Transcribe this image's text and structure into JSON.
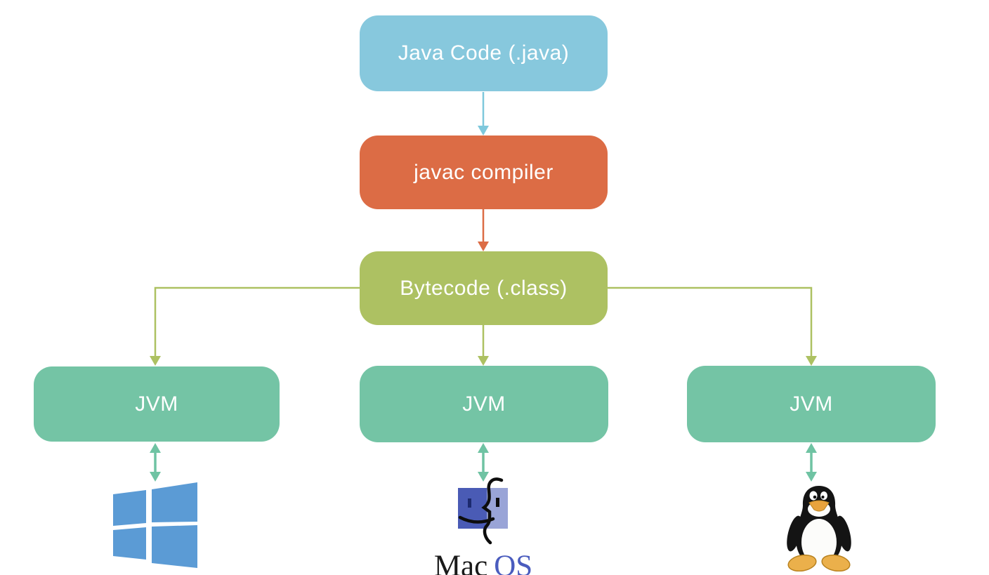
{
  "diagram": {
    "nodes": {
      "java_code": {
        "label": "Java Code (.java)",
        "color": "#87C8DD",
        "text_color": "#FFFFFF"
      },
      "javac": {
        "label": "javac compiler",
        "color": "#DC6C45",
        "text_color": "#FFFFFF"
      },
      "bytecode": {
        "label": "Bytecode (.class)",
        "color": "#ADC162",
        "text_color": "#FFFFFF"
      },
      "jvm_left": {
        "label": "JVM",
        "color": "#74C4A5",
        "text_color": "#FFFFFF"
      },
      "jvm_center": {
        "label": "JVM",
        "color": "#74C4A5",
        "text_color": "#FFFFFF"
      },
      "jvm_right": {
        "label": "JVM",
        "color": "#74C4A5",
        "text_color": "#FFFFFF"
      }
    },
    "connectors": {
      "java_to_javac_color": "#7EC8DC",
      "javac_to_bytecode_color": "#DC6C45",
      "bytecode_to_jvm_color": "#ADC162",
      "jvm_to_os_color": "#6FC3A3"
    },
    "platforms": {
      "windows": {
        "icon": "windows-logo-icon",
        "logo_color": "#5B9BD5"
      },
      "macos": {
        "icon": "finder-face-icon",
        "label_mac": "Mac",
        "label_os": "OS",
        "os_text_color": "#4A5CBE",
        "face_dark_color": "#4A5BB5",
        "face_light_color": "#99A4D7",
        "face_line_color": "#0d0d0d"
      },
      "linux": {
        "icon": "tux-penguin-icon",
        "body_color": "#141414",
        "belly_color": "#FCFCFA",
        "beak_color": "#E8A33D",
        "feet_color": "#EBB04B"
      }
    }
  }
}
